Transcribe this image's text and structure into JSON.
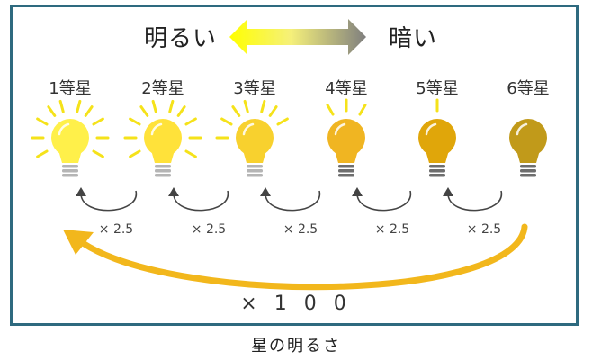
{
  "header": {
    "bright": "明るい",
    "dark": "暗い"
  },
  "magnitudes": [
    "1等星",
    "2等星",
    "3等星",
    "4等星",
    "5等星",
    "6等星"
  ],
  "bulb_colors": [
    "#fff04a",
    "#ffe23a",
    "#f8d12e",
    "#f0b522",
    "#e0a60a",
    "#c19a1a"
  ],
  "ray_color": "#f5e21a",
  "step_label": "× 2.5",
  "total_label": "× 1 0 0",
  "caption": "星の明るさ",
  "colors": {
    "frame": "#2e6a7f",
    "big_arrow": "#f2b71c",
    "small_arrow": "#444444"
  }
}
